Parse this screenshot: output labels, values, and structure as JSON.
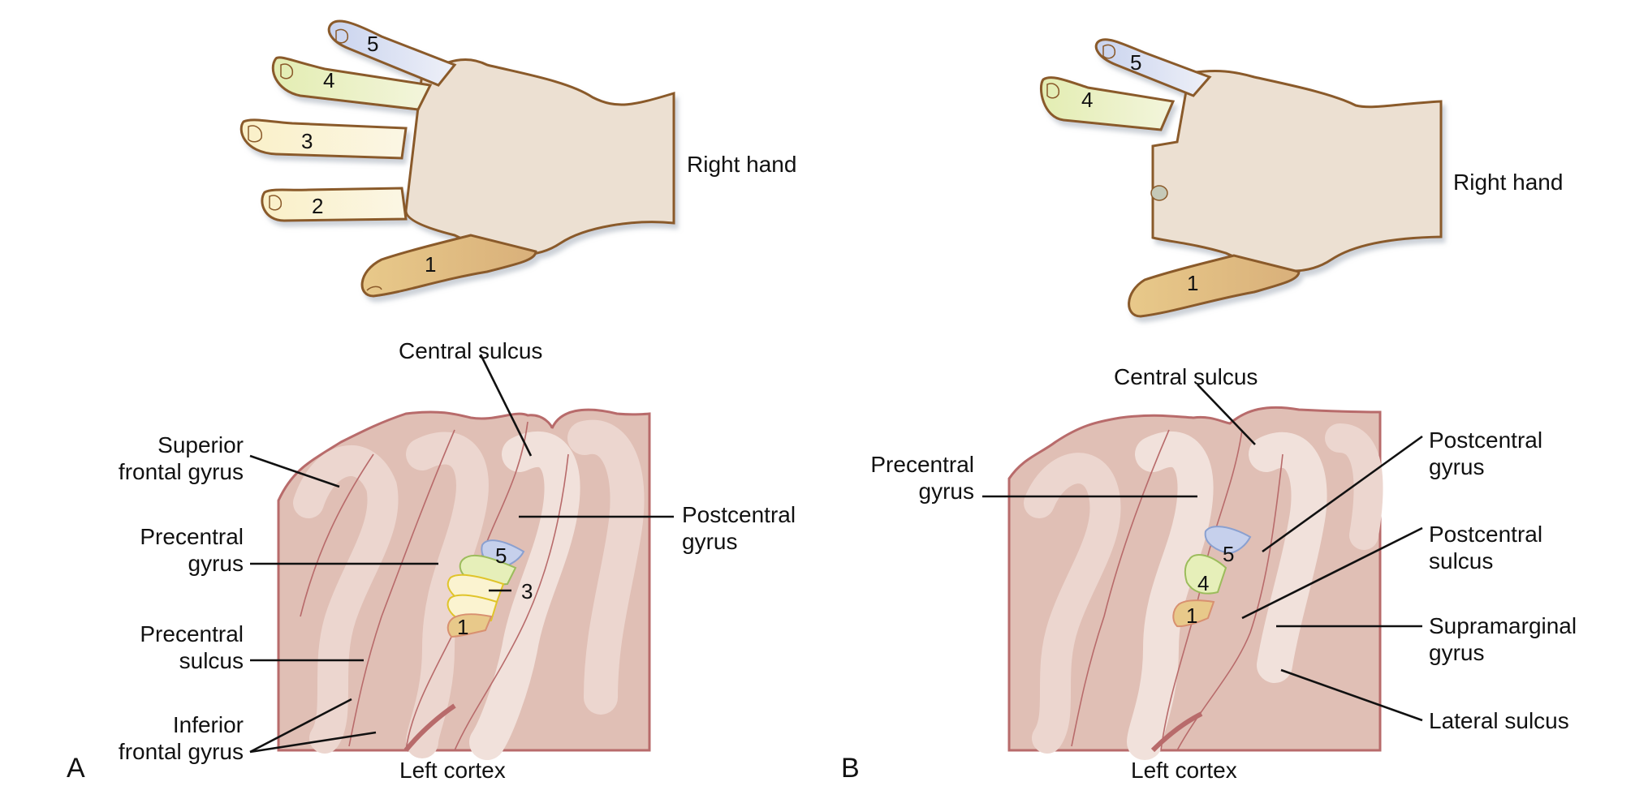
{
  "figure": {
    "panels": [
      {
        "letter": "A",
        "hand_label": "Right hand",
        "cortex_label": "Left cortex",
        "finger_numbers": [
          "5",
          "4",
          "3",
          "2",
          "1"
        ],
        "cortex_map_numbers": [
          "5",
          "3",
          "1"
        ],
        "labels": {
          "central_sulcus": "Central sulcus",
          "superior_frontal_gyrus": [
            "Superior",
            "frontal gyrus"
          ],
          "precentral_gyrus": [
            "Precentral",
            "gyrus"
          ],
          "precentral_sulcus": [
            "Precentral",
            "sulcus"
          ],
          "inferior_frontal_gyrus": [
            "Inferior",
            "frontal gyrus"
          ],
          "postcentral_gyrus": [
            "Postcentral",
            "gyrus"
          ]
        }
      },
      {
        "letter": "B",
        "hand_label": "Right hand",
        "cortex_label": "Left cortex",
        "finger_numbers": [
          "5",
          "4",
          "1"
        ],
        "cortex_map_numbers": [
          "5",
          "4",
          "1"
        ],
        "labels": {
          "central_sulcus": "Central sulcus",
          "precentral_gyrus": [
            "Precentral",
            "gyrus"
          ],
          "postcentral_gyrus": [
            "Postcentral",
            "gyrus"
          ],
          "postcentral_sulcus": [
            "Postcentral",
            "sulcus"
          ],
          "supramarginal_gyrus": [
            "Supramarginal",
            "gyrus"
          ],
          "lateral_sulcus": "Lateral sulcus"
        }
      }
    ],
    "colors": {
      "finger_5": "#c9d3ee",
      "finger_4": "#e6efb9",
      "finger_3": "#fbf3d0",
      "finger_2": "#fbf3d0",
      "finger_1": "#e8c98a",
      "skin": "#ece0d2",
      "skin_outline": "#8a5a2a",
      "cortex": "#e0bfb5",
      "cortex_outline": "#b86b6b"
    }
  }
}
